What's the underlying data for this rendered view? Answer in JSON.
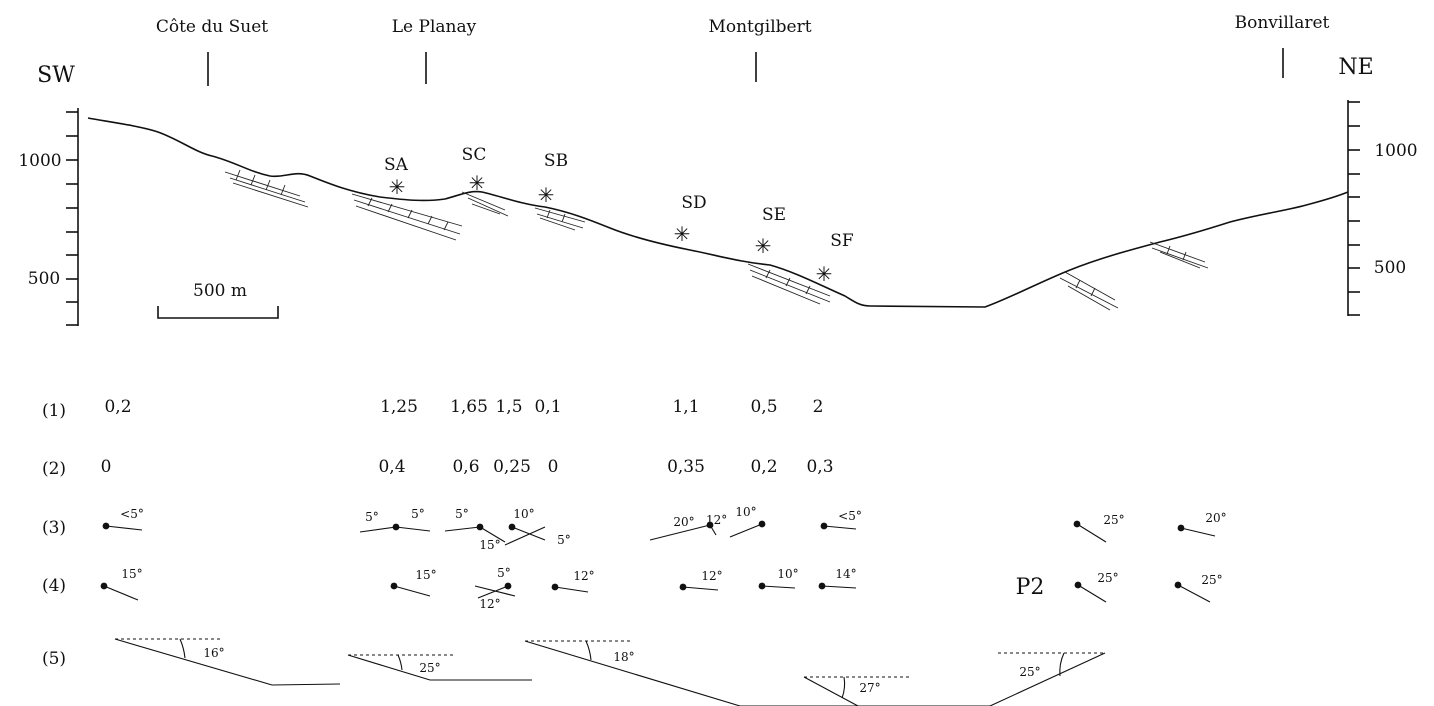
{
  "localities": [
    "Côte du Suet",
    "Le Planay",
    "Montgilbert",
    "Bonvillaret"
  ],
  "orientation": {
    "left": "SW",
    "right": "NE"
  },
  "left_axis_ticks": [
    "1000",
    "500"
  ],
  "right_axis_ticks": [
    "1000",
    "500"
  ],
  "scale_bar": "500 m",
  "sites": [
    "SA",
    "SC",
    "SB",
    "SD",
    "SE",
    "SF"
  ],
  "row_labels": [
    "(1)",
    "(2)",
    "(3)",
    "(4)",
    "(5)"
  ],
  "row1_values": [
    "0,2",
    "1,25",
    "1,65",
    "1,5",
    "0,1",
    "1,1",
    "0,5",
    "2"
  ],
  "row2_values": [
    "0",
    "0,4",
    "0,6",
    "0,25",
    "0",
    "0,35",
    "0,2",
    "0,3"
  ],
  "row3_angles": [
    "<5°",
    "5°",
    "5°",
    "5°",
    "10°",
    "15°",
    "5°",
    "20°",
    "12°",
    "10°",
    "<5°",
    "25°",
    "20°"
  ],
  "row4_angles": [
    "15°",
    "15°",
    "5°",
    "12°",
    "12°",
    "12°",
    "10°",
    "14°",
    "25°",
    "25°"
  ],
  "row4_label": "P2",
  "row5_angles": [
    "16°",
    "25°",
    "18°",
    "27°",
    "25°"
  ]
}
